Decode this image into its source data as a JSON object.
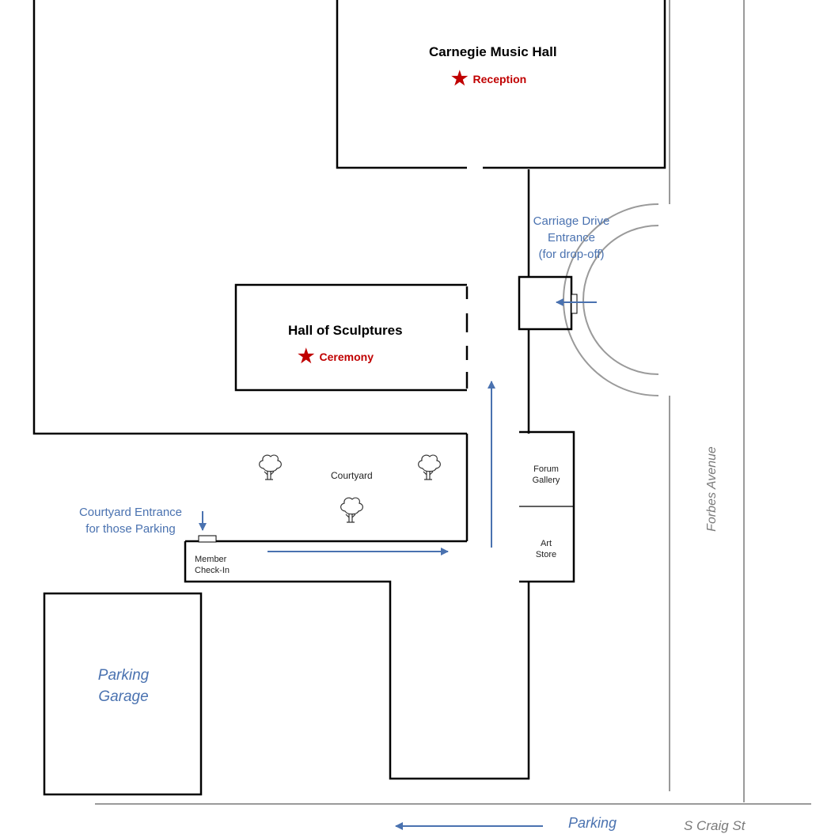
{
  "buildings": {
    "music_hall": {
      "name": "Carnegie Music Hall",
      "event": "Reception"
    },
    "sculptures": {
      "name": "Hall of Sculptures",
      "event": "Ceremony"
    },
    "courtyard": "Courtyard",
    "forum_gallery": [
      "Forum",
      "Gallery"
    ],
    "art_store": [
      "Art",
      "Store"
    ],
    "member_checkin": [
      "Member",
      "Check-In"
    ],
    "parking_garage": [
      "Parking",
      "Garage"
    ]
  },
  "entrances": {
    "carriage_drive": [
      "Carriage Drive",
      "Entrance",
      "(for drop-off)"
    ],
    "courtyard": [
      "Courtyard Entrance",
      "for those Parking"
    ]
  },
  "streets": {
    "forbes": "Forbes Avenue",
    "craig": "S Craig St",
    "parking": "Parking"
  },
  "colors": {
    "event_star": "#c00000",
    "annotation_blue": "#4a72b0",
    "wall": "#000000",
    "road": "#9a9a9a"
  },
  "icons": [
    "star-icon",
    "tree-icon",
    "arrow-icon",
    "door-icon"
  ]
}
